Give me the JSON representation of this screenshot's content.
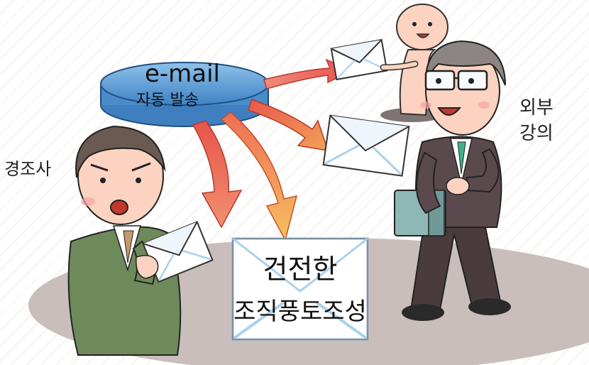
{
  "scene": {
    "hub_label_top": "e-mail",
    "hub_label_bottom": "자동 발송",
    "left_person_label": "경조사",
    "right_person_label_line1": "외부",
    "right_person_label_line2": "강의",
    "center_envelope_line1": "건전한",
    "center_envelope_line2": "조직풍토조성"
  },
  "colors": {
    "hub": "#5b9bd5",
    "arrow_red": "#e8584a",
    "arrow_orange": "#f3a257",
    "envelope_edge": "#a9d1ec",
    "ground": "#c9bebc"
  }
}
